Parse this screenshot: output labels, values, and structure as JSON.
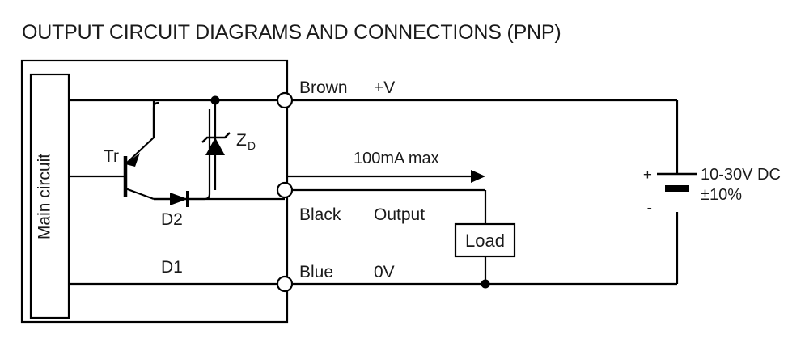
{
  "title": "OUTPUT CIRCUIT DIAGRAMS AND CONNECTIONS (PNP)",
  "enclosure": {
    "main_circuit_label": "Main circuit"
  },
  "components": {
    "transistor_label": "Tr",
    "zener_label": "Z",
    "zener_sub": "D",
    "diode2_label": "D2",
    "diode1_label": "D1",
    "load_label": "Load"
  },
  "wires": [
    {
      "color_name": "Brown",
      "function": "+V"
    },
    {
      "color_name": "Black",
      "function": "Output"
    },
    {
      "color_name": "Blue",
      "function": "0V"
    }
  ],
  "annotations": {
    "current_rating": "100mA max"
  },
  "supply": {
    "positive_sign": "+",
    "negative_sign": "-",
    "voltage": "10-30V DC",
    "tolerance": "±10%"
  },
  "colors": {
    "line": "#000000",
    "text": "#1a1a1a",
    "background": "#ffffff"
  }
}
